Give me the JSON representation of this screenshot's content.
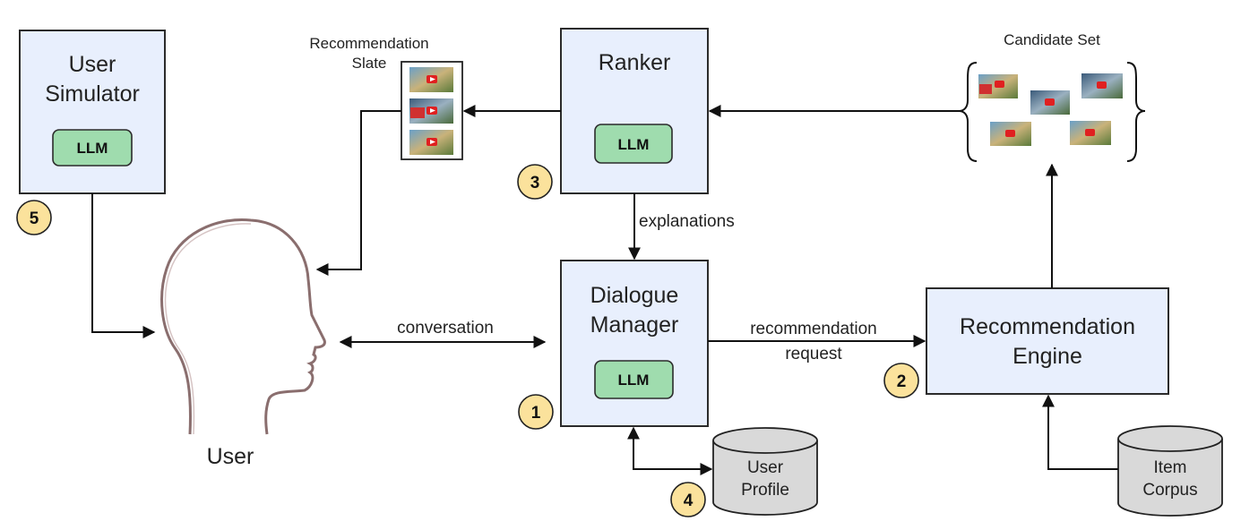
{
  "nodes": {
    "user_simulator": {
      "line1": "User",
      "line2": "Simulator",
      "llm": "LLM"
    },
    "ranker": {
      "title": "Ranker",
      "llm": "LLM"
    },
    "dialogue_manager": {
      "line1": "Dialogue",
      "line2": "Manager",
      "llm": "LLM"
    },
    "recommendation_engine": {
      "line1": "Recommendation",
      "line2": "Engine"
    },
    "user": {
      "label": "User"
    },
    "user_profile": {
      "line1": "User",
      "line2": "Profile"
    },
    "item_corpus": {
      "line1": "Item",
      "line2": "Corpus"
    },
    "recommendation_slate": {
      "line1": "Recommendation",
      "line2": "Slate"
    },
    "candidate_set": {
      "label": "Candidate Set"
    }
  },
  "edges": {
    "explanations": "explanations",
    "conversation": "conversation",
    "rec_request_line1": "recommendation",
    "rec_request_line2": "request"
  },
  "badges": [
    "1",
    "2",
    "3",
    "4",
    "5"
  ],
  "colors": {
    "box_fill": "#e8effd",
    "llm_fill": "#9fdcae",
    "badge_fill": "#fbe29c",
    "cylinder_fill": "#d9d9d9",
    "video_play": "#e02020"
  }
}
